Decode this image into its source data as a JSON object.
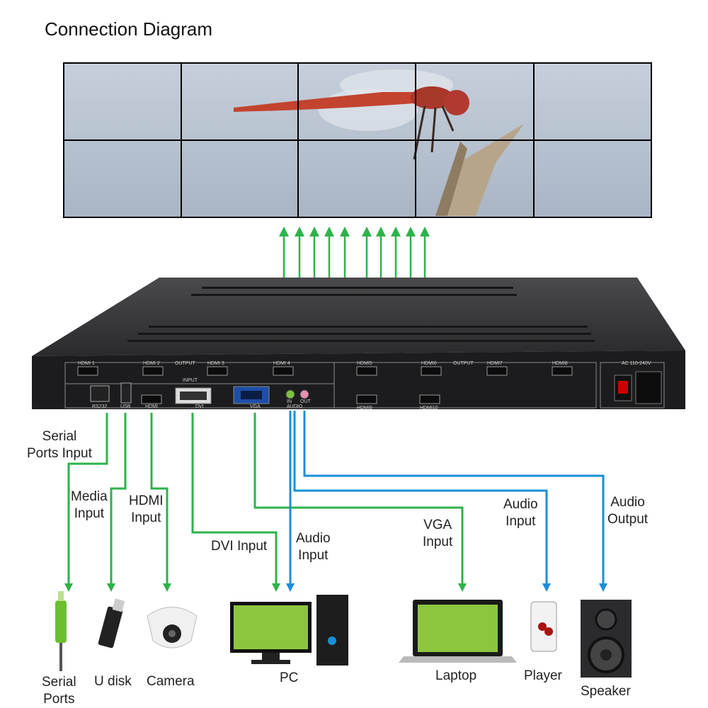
{
  "title": "Connection Diagram",
  "device": {
    "output_ports_top": [
      "HDMI 1",
      "HDMI 2",
      "HDMI 3",
      "HDMI 4"
    ],
    "output_ports_right": [
      "HDMI5",
      "HDMI6",
      "HDMI7",
      "HDMI8"
    ],
    "output_ports_bottom": [
      "HDMI9",
      "HDMI10"
    ],
    "output_label": "OUTPUT",
    "input_label": "INPUT",
    "input_ports": [
      "RS232",
      "USB",
      "HDMI",
      "DVI",
      "VGA",
      "AUDIO"
    ],
    "audio_in": "IN",
    "audio_out": "OUT",
    "power_label": "AC 110-240V"
  },
  "connections": {
    "serial": [
      "Serial",
      "Ports Input"
    ],
    "media": [
      "Media",
      "Input"
    ],
    "hdmi": [
      "HDMI",
      "Input"
    ],
    "dvi": "DVI Input",
    "audio_in_pc": [
      "Audio",
      "Input"
    ],
    "vga": [
      "VGA",
      "Input"
    ],
    "audio_in_player": [
      "Audio",
      "Input"
    ],
    "audio_out": [
      "Audio",
      "Output"
    ]
  },
  "devices": {
    "serial_ports": [
      "Serial",
      "Ports"
    ],
    "u_disk": "U disk",
    "camera": "Camera",
    "pc": "PC",
    "laptop": "Laptop",
    "player": "Player",
    "speaker": "Speaker"
  },
  "colors": {
    "green": "#2db34a",
    "blue": "#1a8fd8",
    "device": "#1c1c1e"
  }
}
